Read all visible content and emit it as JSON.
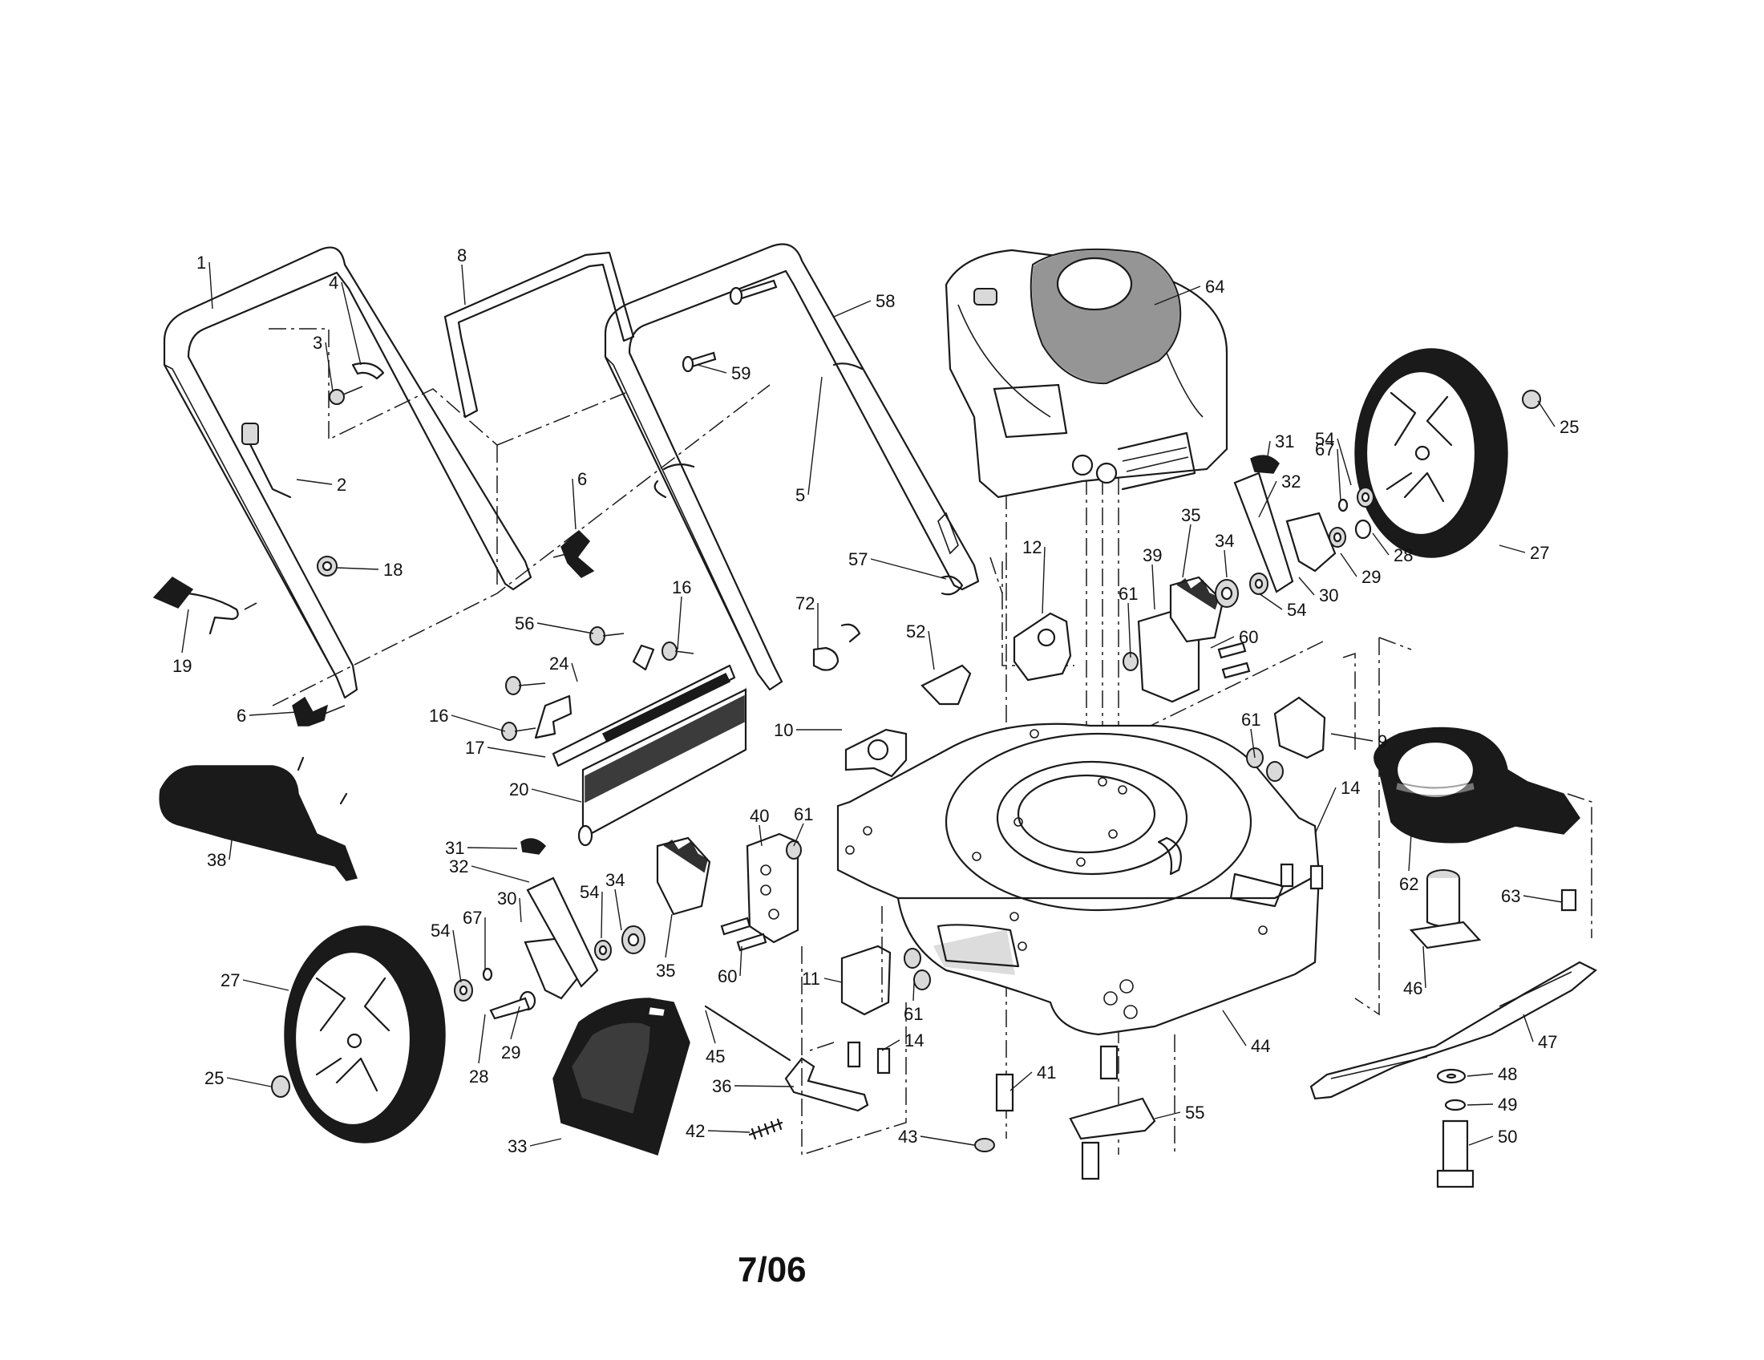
{
  "date_code": "7/06",
  "callouts": [
    {
      "id": "c1",
      "text": "1"
    },
    {
      "id": "c2",
      "text": "2"
    },
    {
      "id": "c3",
      "text": "3"
    },
    {
      "id": "c4",
      "text": "4"
    },
    {
      "id": "c5",
      "text": "5"
    },
    {
      "id": "c6a",
      "text": "6"
    },
    {
      "id": "c6b",
      "text": "6"
    },
    {
      "id": "c8",
      "text": "8"
    },
    {
      "id": "c9",
      "text": "9"
    },
    {
      "id": "c10",
      "text": "10"
    },
    {
      "id": "c11",
      "text": "11"
    },
    {
      "id": "c12",
      "text": "12"
    },
    {
      "id": "c14a",
      "text": "14"
    },
    {
      "id": "c14b",
      "text": "14"
    },
    {
      "id": "c16a",
      "text": "16"
    },
    {
      "id": "c16b",
      "text": "16"
    },
    {
      "id": "c17",
      "text": "17"
    },
    {
      "id": "c18",
      "text": "18"
    },
    {
      "id": "c19",
      "text": "19"
    },
    {
      "id": "c20",
      "text": "20"
    },
    {
      "id": "c24",
      "text": "24"
    },
    {
      "id": "c25a",
      "text": "25"
    },
    {
      "id": "c25b",
      "text": "25"
    },
    {
      "id": "c27a",
      "text": "27"
    },
    {
      "id": "c27b",
      "text": "27"
    },
    {
      "id": "c28a",
      "text": "28"
    },
    {
      "id": "c28b",
      "text": "28"
    },
    {
      "id": "c29a",
      "text": "29"
    },
    {
      "id": "c29b",
      "text": "29"
    },
    {
      "id": "c30a",
      "text": "30"
    },
    {
      "id": "c30b",
      "text": "30"
    },
    {
      "id": "c31a",
      "text": "31"
    },
    {
      "id": "c31b",
      "text": "31"
    },
    {
      "id": "c32a",
      "text": "32"
    },
    {
      "id": "c32b",
      "text": "32"
    },
    {
      "id": "c33",
      "text": "33"
    },
    {
      "id": "c34a",
      "text": "34"
    },
    {
      "id": "c34b",
      "text": "34"
    },
    {
      "id": "c35a",
      "text": "35"
    },
    {
      "id": "c35b",
      "text": "35"
    },
    {
      "id": "c36",
      "text": "36"
    },
    {
      "id": "c38",
      "text": "38"
    },
    {
      "id": "c39",
      "text": "39"
    },
    {
      "id": "c40",
      "text": "40"
    },
    {
      "id": "c41",
      "text": "41"
    },
    {
      "id": "c42",
      "text": "42"
    },
    {
      "id": "c43",
      "text": "43"
    },
    {
      "id": "c44",
      "text": "44"
    },
    {
      "id": "c45",
      "text": "45"
    },
    {
      "id": "c46",
      "text": "46"
    },
    {
      "id": "c47",
      "text": "47"
    },
    {
      "id": "c48",
      "text": "48"
    },
    {
      "id": "c49",
      "text": "49"
    },
    {
      "id": "c50",
      "text": "50"
    },
    {
      "id": "c52",
      "text": "52"
    },
    {
      "id": "c54a",
      "text": "54"
    },
    {
      "id": "c54b",
      "text": "54"
    },
    {
      "id": "c54c",
      "text": "54"
    },
    {
      "id": "c54d",
      "text": "54"
    },
    {
      "id": "c55",
      "text": "55"
    },
    {
      "id": "c56",
      "text": "56"
    },
    {
      "id": "c57",
      "text": "57"
    },
    {
      "id": "c58",
      "text": "58"
    },
    {
      "id": "c59",
      "text": "59"
    },
    {
      "id": "c60a",
      "text": "60"
    },
    {
      "id": "c60b",
      "text": "60"
    },
    {
      "id": "c61a",
      "text": "61"
    },
    {
      "id": "c61b",
      "text": "61"
    },
    {
      "id": "c61c",
      "text": "61"
    },
    {
      "id": "c61d",
      "text": "61"
    },
    {
      "id": "c62",
      "text": "62"
    },
    {
      "id": "c63",
      "text": "63"
    },
    {
      "id": "c64",
      "text": "64"
    },
    {
      "id": "c67a",
      "text": "67"
    },
    {
      "id": "c67b",
      "text": "67"
    },
    {
      "id": "c72",
      "text": "72"
    }
  ]
}
